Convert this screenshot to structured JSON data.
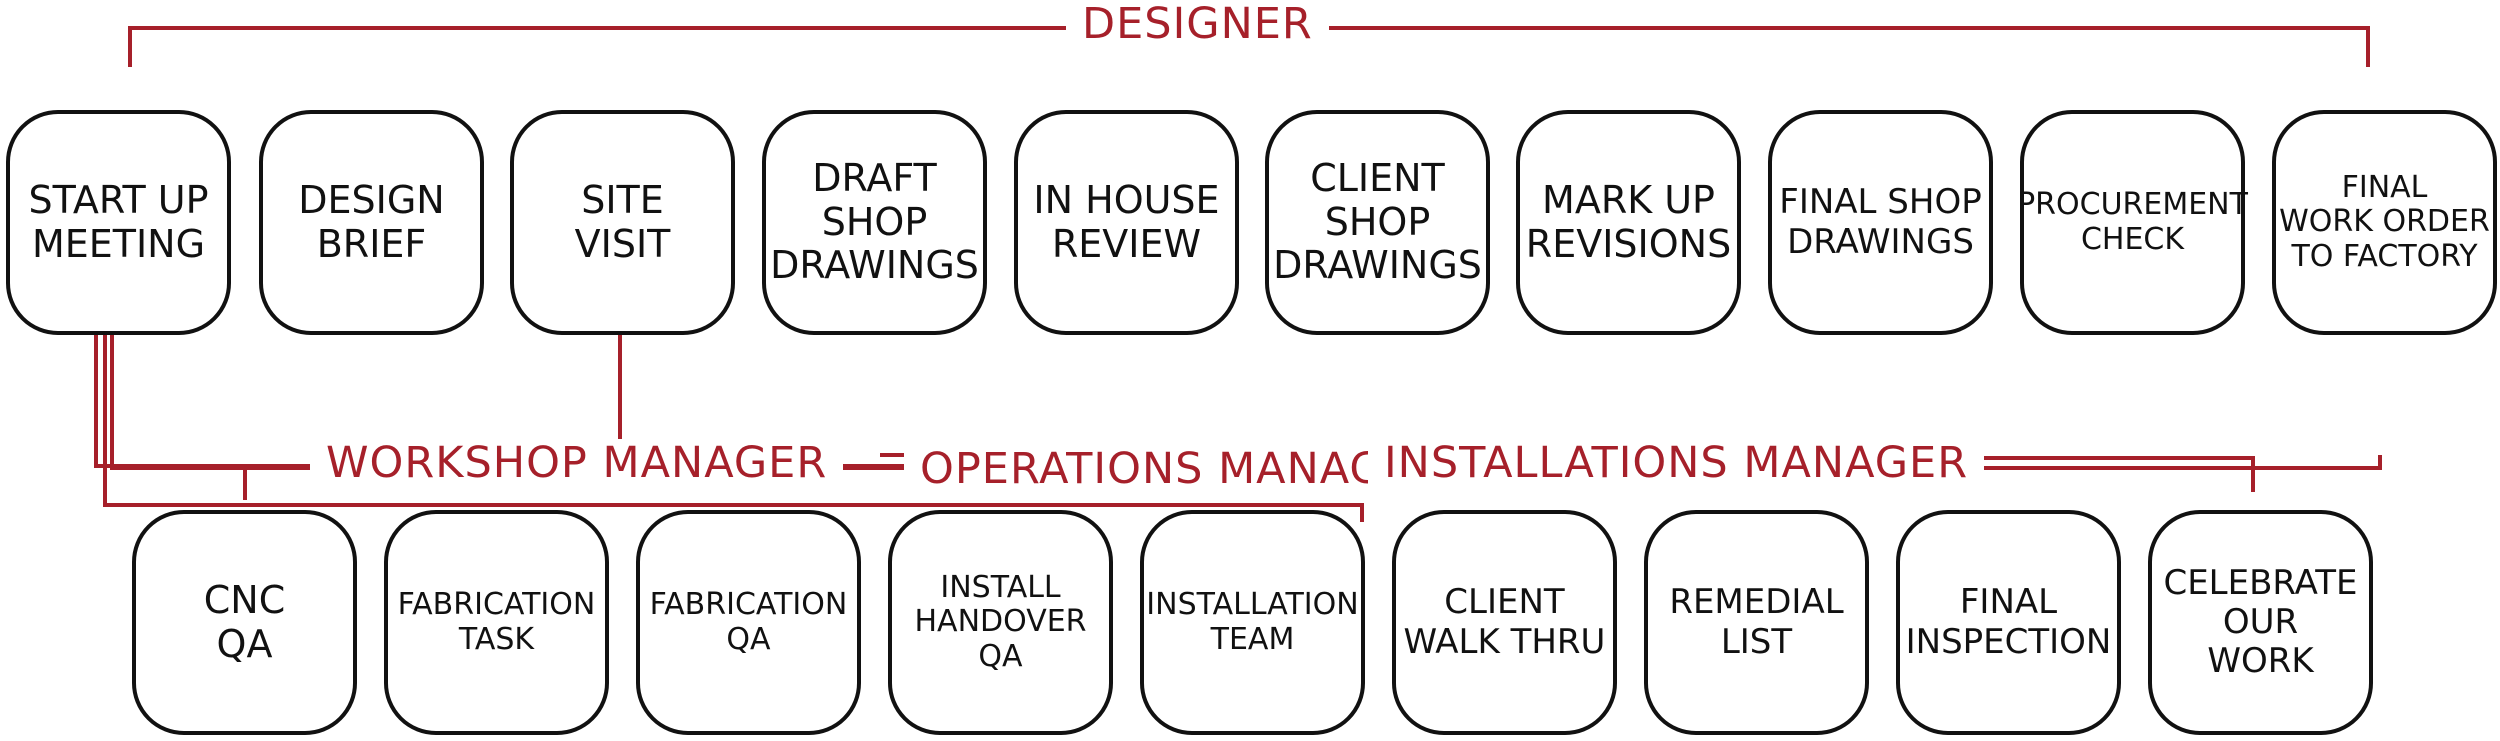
{
  "roles": {
    "designer": "DESIGNER",
    "operations": "OPERATIONS MANAGER",
    "workshop": "WORKSHOP MANAGER",
    "installations": "INSTALLATIONS MANAGER"
  },
  "top_steps": [
    "START UP\nMEETING",
    "DESIGN\nBRIEF",
    "SITE\nVISIT",
    "DRAFT\nSHOP\nDRAWINGS",
    "IN HOUSE\nREVIEW",
    "CLIENT\nSHOP\nDRAWINGS",
    "MARK UP\nREVISIONS",
    "FINAL SHOP\nDRAWINGS",
    "PROCUREMENT\nCHECK",
    "FINAL\nWORK ORDER\nTO FACTORY"
  ],
  "bottom_steps": [
    "CNC\nQA",
    "FABRICATION\nTASK",
    "FABRICATION\nQA",
    "INSTALL\nHANDOVER\nQA",
    "INSTALLATION\nTEAM",
    "CLIENT\nWALK THRU",
    "REMEDIAL\nLIST",
    "FINAL\nINSPECTION",
    "CELEBRATE\nOUR\nWORK"
  ],
  "colors": {
    "accent": "#a6202a",
    "outline": "#111111"
  }
}
